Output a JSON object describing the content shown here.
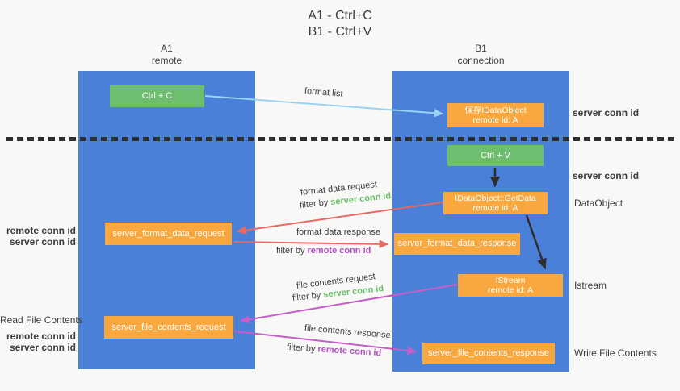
{
  "title": {
    "line1": "A1 - Ctrl+C",
    "line2": "B1 - Ctrl+V"
  },
  "columns": {
    "left": {
      "name": "A1",
      "subtitle": "remote"
    },
    "right": {
      "name": "B1",
      "subtitle": "connection"
    }
  },
  "nodes": {
    "ctrl_c": {
      "label": "Ctrl + C"
    },
    "save_idataobject": {
      "line1": "保存IDataObject",
      "line2": "remote id: A"
    },
    "ctrl_v": {
      "label": "Ctrl + V"
    },
    "getdata": {
      "line1": "IDataObject::GetData",
      "line2": "remote id: A"
    },
    "format_request": {
      "label": "server_format_data_request"
    },
    "format_response": {
      "label": "server_format_data_response"
    },
    "istream": {
      "line1": "IStream",
      "line2": "remote id: A"
    },
    "file_request": {
      "label": "server_file_contents_request"
    },
    "file_response": {
      "label": "server_file_contents_response"
    }
  },
  "edge_labels": {
    "format_list": "format list",
    "format_data_request": "format data request",
    "format_data_response": "format data response",
    "file_contents_request": "file contents request",
    "file_contents_response": "file contents response",
    "filter_by": "filter by ",
    "server_conn_id": "server conn id",
    "remote_conn_id": "remote conn id"
  },
  "side_labels": {
    "left_top": {
      "remote": "remote conn id",
      "server": "server conn id"
    },
    "read_file_contents": "Read File Contents",
    "left_bottom": {
      "remote": "remote conn id",
      "server": "server conn id"
    },
    "right_server_conn_top": "server conn id",
    "right_server_conn_mid": "server conn id",
    "dataobject": "DataObject",
    "istream": "Istream",
    "write_file_contents": "Write File Contents"
  },
  "colors": {
    "column_blue": "#4a80d8",
    "node_green": "#6fbe70",
    "node_orange": "#f8a83e",
    "arrow_light_blue": "#9bd1f1",
    "arrow_red": "#e8695f",
    "arrow_purple": "#c55ec8",
    "arrow_black": "#2d2d2d",
    "label_green": "#6abd6b",
    "label_purple": "#b14fc4",
    "text_dark": "#3f3f3f"
  }
}
